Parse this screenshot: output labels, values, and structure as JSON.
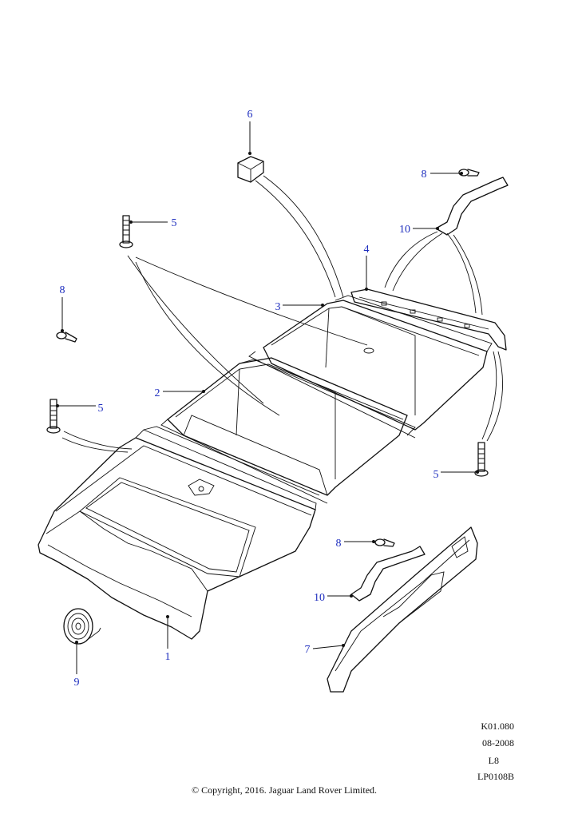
{
  "callouts": {
    "c1": "1",
    "c2": "2",
    "c3": "3",
    "c4": "4",
    "c5a": "5",
    "c5b": "5",
    "c5c": "5",
    "c6": "6",
    "c7": "7",
    "c8a": "8",
    "c8b": "8",
    "c8c": "8",
    "c9": "9",
    "c10a": "10",
    "c10b": "10"
  },
  "reference": {
    "code": "K01.080",
    "date": "08-2008",
    "level": "L8",
    "plate": "LP0108B"
  },
  "copyright": "© Copyright, 2016. Jaguar Land Rover Limited.",
  "colors": {
    "callout_text": "#1f2fbf",
    "line": "#111111"
  }
}
